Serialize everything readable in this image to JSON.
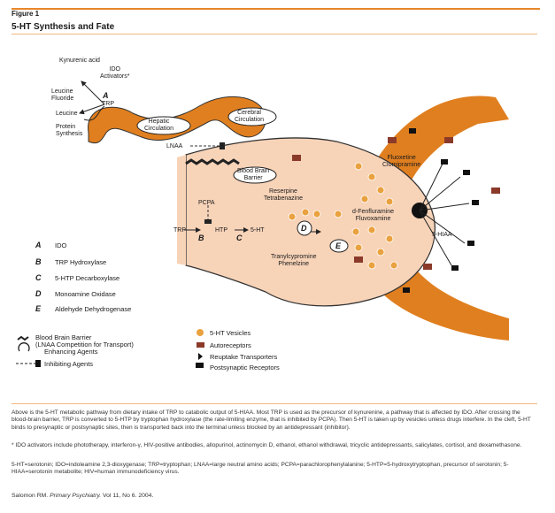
{
  "figure_label": "Figure 1",
  "title": "5-HT Synthesis and Fate",
  "colors": {
    "accent": "#e8872a",
    "vessel": "#e07f1f",
    "cell": "#f7d3b8",
    "vesicle": "#e9a23f",
    "receptor": "#8b3a2a"
  },
  "diagram_labels": {
    "kynurenic": "Kynurenic acid",
    "ido_activators": "IDO\nActivators*",
    "leucine_fluoride": "Leucine\nFluoride",
    "trp_top": "TRP",
    "leucine": "Leucine",
    "protein_synthesis": "Protein\nSynthesis",
    "hepatic": "Hepatic\nCirculation",
    "cerebral": "Cerebral\nCirculation",
    "lnaa": "LNAA",
    "bbb": "Blood Brain\nBarrier",
    "reserpine": "Reserpine\nTetrabenazine",
    "pcpa": "PCPA",
    "trp_mid": "TRP",
    "htp": "HTP",
    "ht": "5-HT",
    "tranyl": "Tranylcypromine\nPhenelzine",
    "fluoxetine": "Fluoxetine\nClomipramine",
    "fenfluramine": "d-Fenfluramine\nFluvoxamine",
    "hiaa": "5-HIAA",
    "letters": {
      "A": "A",
      "B": "B",
      "C": "C",
      "D": "D",
      "E": "E"
    }
  },
  "enzymes": [
    {
      "key": "A",
      "name": "IDO"
    },
    {
      "key": "B",
      "name": "TRP Hydroxylase"
    },
    {
      "key": "C",
      "name": "5-HTP Decarboxylase"
    },
    {
      "key": "D",
      "name": "Monoamine Oxidase"
    },
    {
      "key": "E",
      "name": "Aldehyde Dehydrogenase"
    }
  ],
  "legend_left": [
    "Blood Brain Barrier\n(LNAA Competition for Transport)",
    "Enhancing Agents",
    "Inhibiting Agents"
  ],
  "legend_right": [
    "5-HT Vesicles",
    "Autoreceptors",
    "Reuptake Transporters",
    "Postsynaptic Receptors"
  ],
  "description": "Above is the 5-HT metabolic pathway from dietary intake of TRP to catabolic output of 5-HIAA. Most TRP is used as the precursor of kynurenine, a pathway that is affected by IDO. After crossing the blood-brain barrier, TRP is converted to 5-HTP by tryptophan hydroxylase (the rate-limiting enzyme, that is inhibited by PCPA). Then 5-HT is taken up by vesicles unless drugs interfere. In the cleft, 5-HT binds to presynaptic or postsynaptic sites, then is transported back into the terminal unless blocked by an antidepressant (inhibitor).",
  "footnote1": "* IDO activators include phototherapy, interferon-γ, HIV-positive antibodies, allopurinol, actinomycin D, ethanol, ethanol withdrawal, tricyclic antidepressants, salicylates, cortisol, and dexamethasone.",
  "footnote2": "5-HT=serotonin; IDO=indoleamine 2,3-dioxygenase; TRP=tryptophan; LNAA=large neutral amino acids; PCPA=parachlorophenylalanine; 5-HTP=5-hydroxytryptophan, precursor of serotonin; 5-HIAA=serotonin metabolite; HIV=human immunodeficiency virus.",
  "citation_author": "Salomon RM.",
  "citation_journal": "Primary Psychiatry.",
  "citation_rest": "Vol 11, No 6. 2004."
}
